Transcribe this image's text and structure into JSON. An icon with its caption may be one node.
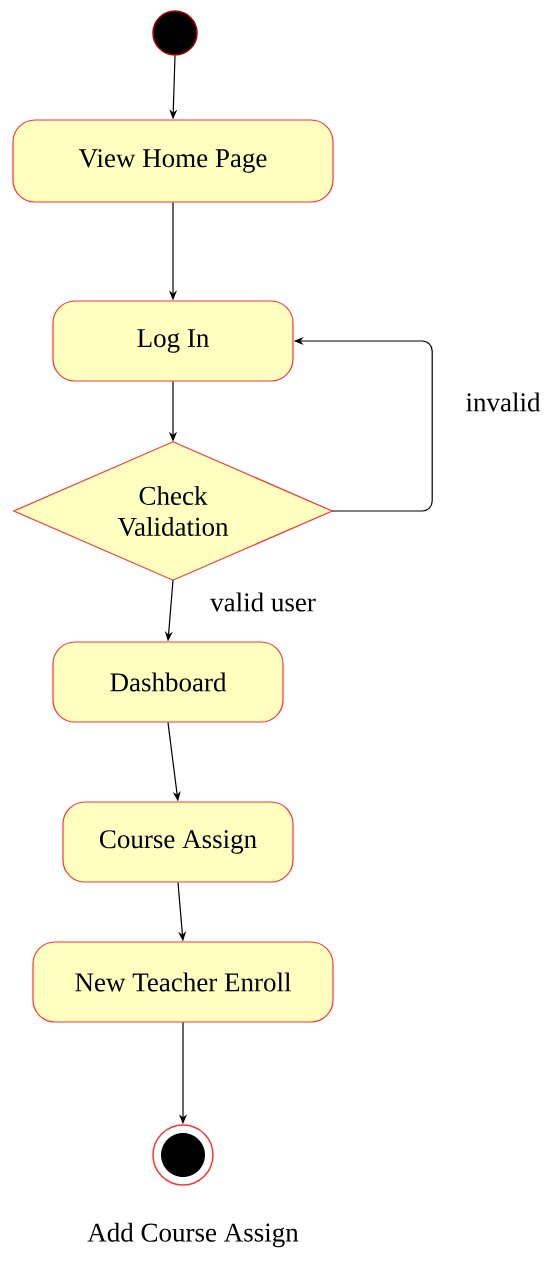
{
  "diagram": {
    "caption": "Add Course Assign",
    "nodes": [
      {
        "text": [],
        "shape": "circle"
      },
      {
        "text": [
          "View Home Page"
        ]
      },
      {
        "text": [
          "Log In"
        ]
      },
      {
        "text": [
          "Check Validation"
        ]
      },
      {
        "text": [
          "Dashboard"
        ]
      },
      {
        "text": [
          "Course Assign"
        ]
      },
      {
        "text": [
          "New Teacher Enroll"
        ]
      },
      {
        "text": [],
        "shape": "circle"
      }
    ],
    "edges": [
      {
        "from": 0,
        "to": 1,
        "arrow": "to"
      },
      {
        "from": 1,
        "to": 2,
        "arrow": "to"
      },
      {
        "from": 2,
        "to": 3,
        "arrow": "to"
      },
      {
        "from": 3,
        "to": 2,
        "arrow": "to",
        "label": "invalid"
      },
      {
        "from": 3,
        "to": 4,
        "arrow": "to",
        "label": "valid user"
      },
      {
        "from": 4,
        "to": 5,
        "arrow": "to"
      },
      {
        "from": 5,
        "to": 6,
        "arrow": "to"
      },
      {
        "from": 6,
        "to": 7,
        "arrow": "to"
      }
    ]
  }
}
